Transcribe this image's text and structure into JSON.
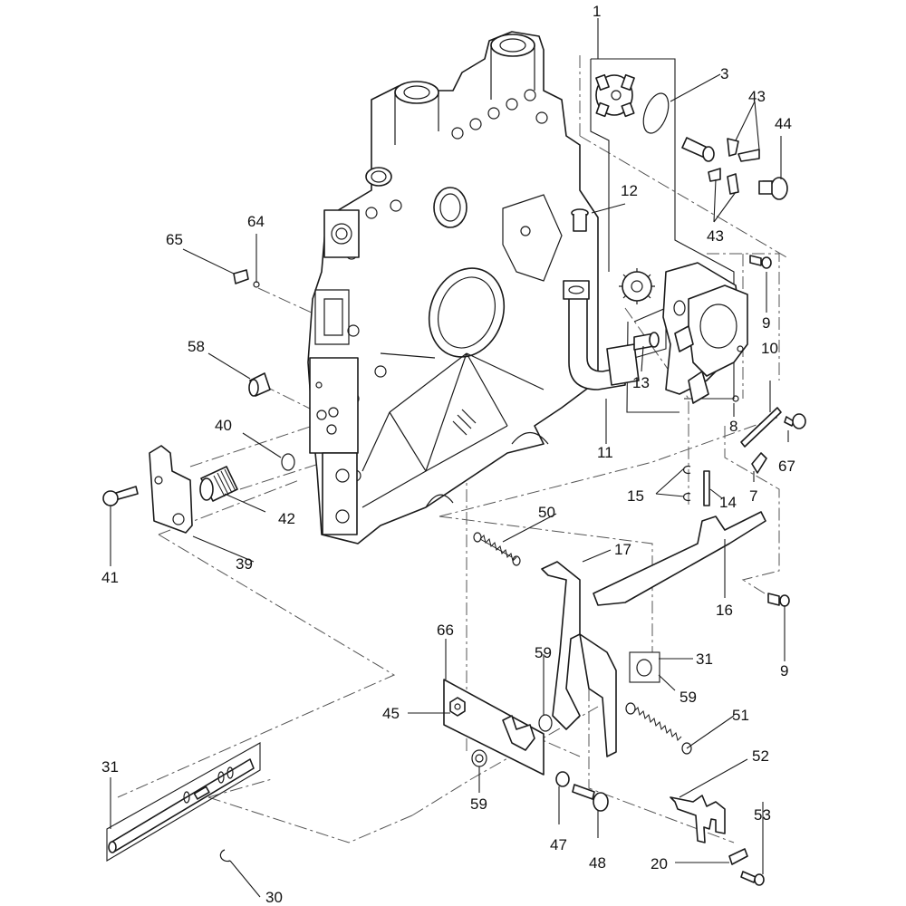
{
  "diagram": {
    "title": "",
    "type": "exploded-parts-diagram",
    "callouts": {
      "c1": "1",
      "c3": "3",
      "c43a": "43",
      "c43b": "43",
      "c44": "44",
      "c12": "12",
      "c64": "64",
      "c65": "65",
      "c9a": "9",
      "c10": "10",
      "c58": "58",
      "c13": "13",
      "c8": "8",
      "c67": "67",
      "c11": "11",
      "c40": "40",
      "c15": "15",
      "c14": "14",
      "c7": "7",
      "c42": "42",
      "c41": "41",
      "c39": "39",
      "c50": "50",
      "c17": "17",
      "c16": "16",
      "c9b": "9",
      "c66": "66",
      "c59a": "59",
      "c31a": "31",
      "c59b": "59",
      "c45": "45",
      "c51": "51",
      "c31b": "31",
      "c52": "52",
      "c59c": "59",
      "c47": "47",
      "c48": "48",
      "c53": "53",
      "c20": "20",
      "c30": "30"
    }
  }
}
